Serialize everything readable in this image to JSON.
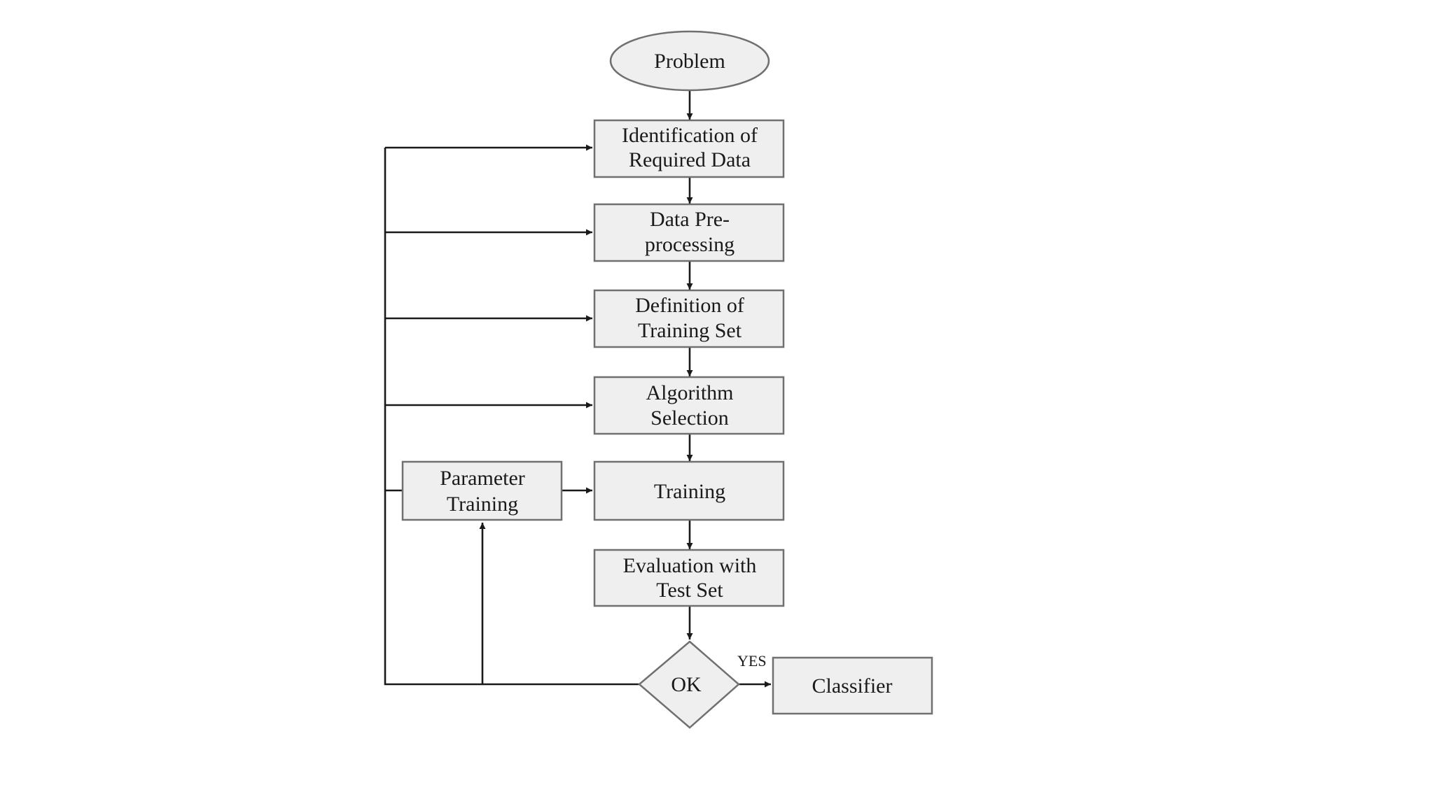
{
  "nodes": {
    "problem": {
      "label": "Problem"
    },
    "identification": {
      "line1": "Identification of",
      "line2": "Required Data"
    },
    "preprocessing": {
      "line1": "Data Pre-",
      "line2": "processing"
    },
    "training_set": {
      "line1": "Definition of",
      "line2": "Training Set"
    },
    "algorithm": {
      "line1": "Algorithm",
      "line2": "Selection"
    },
    "parameter_training": {
      "line1": "Parameter",
      "line2": "Training"
    },
    "training": {
      "label": "Training"
    },
    "evaluation": {
      "line1": "Evaluation with",
      "line2": "Test Set"
    },
    "ok_decision": {
      "label": "OK"
    },
    "classifier": {
      "label": "Classifier"
    }
  },
  "edges": {
    "yes_label": "YES"
  },
  "colors": {
    "box_fill": "#efefef",
    "box_stroke": "#707070",
    "line": "#1a1a1a",
    "text": "#1a1a1a"
  }
}
